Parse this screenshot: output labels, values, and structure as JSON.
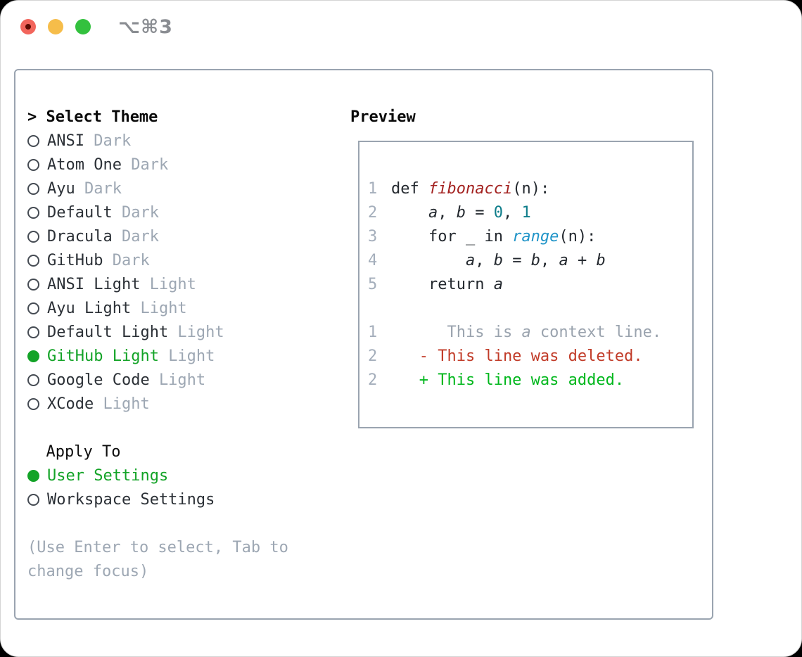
{
  "window": {
    "title": "⌥⌘3"
  },
  "theme_panel": {
    "header_prefix": ">",
    "header_label": "Select Theme",
    "themes": [
      {
        "name": "ANSI",
        "variant": "Dark",
        "selected": false
      },
      {
        "name": "Atom One",
        "variant": "Dark",
        "selected": false
      },
      {
        "name": "Ayu",
        "variant": "Dark",
        "selected": false
      },
      {
        "name": "Default",
        "variant": "Dark",
        "selected": false
      },
      {
        "name": "Dracula",
        "variant": "Dark",
        "selected": false
      },
      {
        "name": "GitHub",
        "variant": "Dark",
        "selected": false
      },
      {
        "name": "ANSI Light",
        "variant": "Light",
        "selected": false
      },
      {
        "name": "Ayu Light",
        "variant": "Light",
        "selected": false
      },
      {
        "name": "Default Light",
        "variant": "Light",
        "selected": false
      },
      {
        "name": "GitHub Light",
        "variant": "Light",
        "selected": true
      },
      {
        "name": "Google Code",
        "variant": "Light",
        "selected": false
      },
      {
        "name": "XCode",
        "variant": "Light",
        "selected": false
      }
    ],
    "apply_to_label": "Apply To",
    "apply_options": [
      {
        "name": "User Settings",
        "selected": true
      },
      {
        "name": "Workspace Settings",
        "selected": false
      }
    ],
    "hint_lines": [
      "(Use Enter to select, Tab to",
      "change focus)"
    ]
  },
  "preview": {
    "title": "Preview",
    "code_lines": [
      {
        "num": "1",
        "segments": [
          {
            "text": "def ",
            "style": "fg"
          },
          {
            "text": "fibonacci",
            "style": "func"
          },
          {
            "text": "(n):",
            "style": "fg"
          }
        ]
      },
      {
        "num": "2",
        "segments": [
          {
            "text": "    ",
            "style": "fg"
          },
          {
            "text": "a",
            "style": "var"
          },
          {
            "text": ", ",
            "style": "fg"
          },
          {
            "text": "b",
            "style": "var"
          },
          {
            "text": " = ",
            "style": "fg"
          },
          {
            "text": "0",
            "style": "num"
          },
          {
            "text": ", ",
            "style": "fg"
          },
          {
            "text": "1",
            "style": "num"
          }
        ]
      },
      {
        "num": "3",
        "segments": [
          {
            "text": "    for _ in ",
            "style": "fg"
          },
          {
            "text": "range",
            "style": "builtin"
          },
          {
            "text": "(n):",
            "style": "fg"
          }
        ]
      },
      {
        "num": "4",
        "segments": [
          {
            "text": "        ",
            "style": "fg"
          },
          {
            "text": "a",
            "style": "var"
          },
          {
            "text": ", ",
            "style": "fg"
          },
          {
            "text": "b",
            "style": "var"
          },
          {
            "text": " = ",
            "style": "fg"
          },
          {
            "text": "b",
            "style": "var"
          },
          {
            "text": ", ",
            "style": "fg"
          },
          {
            "text": "a",
            "style": "var"
          },
          {
            "text": " + ",
            "style": "fg"
          },
          {
            "text": "b",
            "style": "var"
          }
        ]
      },
      {
        "num": "5",
        "segments": [
          {
            "text": "    return ",
            "style": "fg"
          },
          {
            "text": "a",
            "style": "var"
          }
        ]
      },
      {
        "num": "",
        "segments": []
      },
      {
        "num": "1",
        "segments": [
          {
            "text": "      This is ",
            "style": "ctx"
          },
          {
            "text": "a",
            "style": "ctx_i"
          },
          {
            "text": " context line.",
            "style": "ctx"
          }
        ]
      },
      {
        "num": "2",
        "segments": [
          {
            "text": "   - This line was deleted.",
            "style": "del"
          }
        ]
      },
      {
        "num": "2",
        "segments": [
          {
            "text": "   + This line was added.",
            "style": "add"
          }
        ]
      }
    ]
  },
  "colors": {
    "accent_green": "#13a327",
    "added_green": "#00b71c",
    "deleted_red": "#c13b28",
    "function_red": "#a32220",
    "number_teal": "#0e7d8a",
    "builtin_blue": "#2094c8",
    "muted_gray": "#9da7b3",
    "text_dark": "#23282e",
    "panel_border": "#9aa4b0"
  }
}
